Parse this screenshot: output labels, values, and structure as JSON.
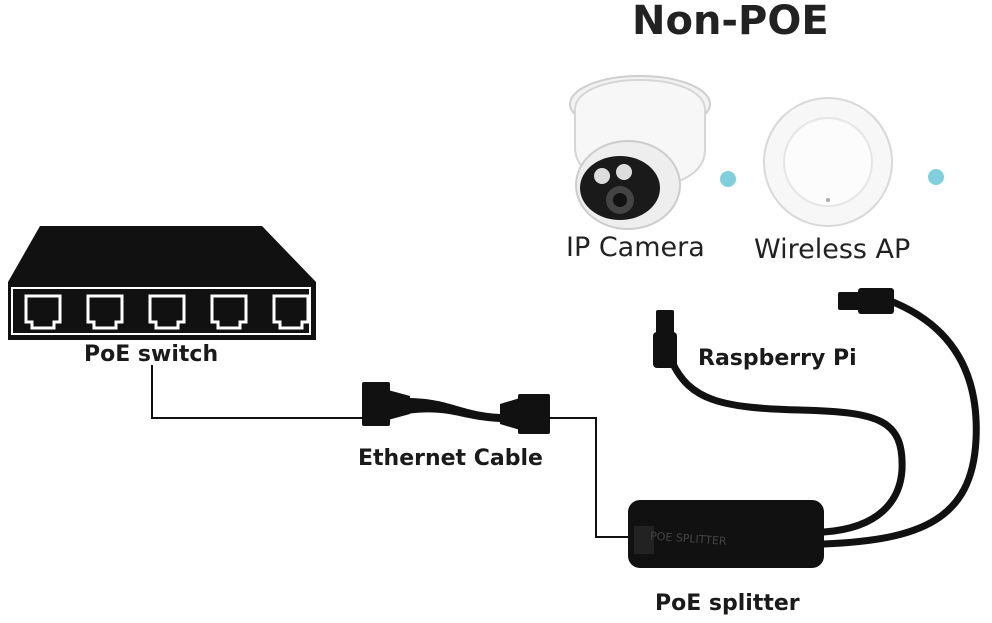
{
  "title": "Non-POE",
  "labels": {
    "ip_camera": "IP Camera",
    "wireless_ap": "Wireless AP",
    "poe_switch": "PoE switch",
    "raspberry_pi": "Raspberry Pi",
    "ethernet_cable": "Ethernet Cable",
    "poe_splitter": "PoE splitter"
  },
  "colors": {
    "device": "#111111",
    "cable": "#111111",
    "dot": "#7fd0dc"
  }
}
